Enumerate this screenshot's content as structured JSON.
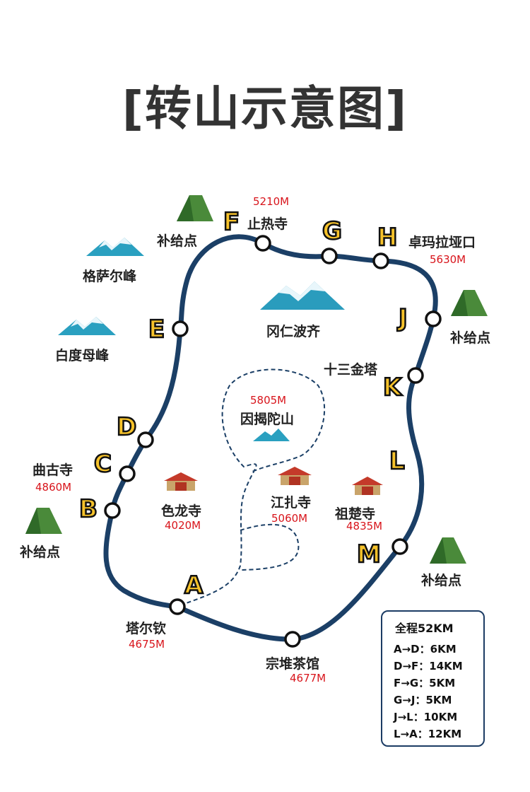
{
  "title": "[转山示意图]",
  "route_color": "#1b3f66",
  "letter_color": "#f6c22a",
  "elevation_color": "#d8141b",
  "stops": {
    "A": {
      "letter": "A",
      "name": "塔尔钦",
      "elev": "4675M"
    },
    "B": {
      "letter": "B"
    },
    "C": {
      "letter": "C",
      "name": "曲古寺",
      "elev": "4860M"
    },
    "D": {
      "letter": "D"
    },
    "E": {
      "letter": "E"
    },
    "F": {
      "letter": "F",
      "name": "止热寺",
      "elev": "5210M"
    },
    "G": {
      "letter": "G"
    },
    "H": {
      "letter": "H",
      "name": "卓玛拉垭口",
      "elev": "5630M"
    },
    "J": {
      "letter": "J"
    },
    "K": {
      "letter": "K",
      "name": "十三金塔"
    },
    "L": {
      "letter": "L"
    },
    "M": {
      "letter": "M"
    },
    "teahouse": {
      "name": "宗堆茶馆",
      "elev": "4677M"
    }
  },
  "supply": "补给点",
  "mountains": {
    "gesa": "格萨尔峰",
    "baidu": "白度母峰",
    "gangren": "冈仁波齐",
    "yinjie": {
      "name": "因揭陀山",
      "elev": "5805M"
    }
  },
  "temples": {
    "selong": {
      "name": "色龙寺",
      "elev": "4020M"
    },
    "jiangzha": {
      "name": "江扎寺",
      "elev": "5060M"
    },
    "zuchu": {
      "name": "祖楚寺",
      "elev": "4835M"
    }
  },
  "legend": {
    "total": "全程52KM",
    "rows": [
      "A→D：6KM",
      "D→F：14KM",
      "F→G：5KM",
      "G→J：5KM",
      "J→L：10KM",
      "L→A：12KM"
    ]
  }
}
